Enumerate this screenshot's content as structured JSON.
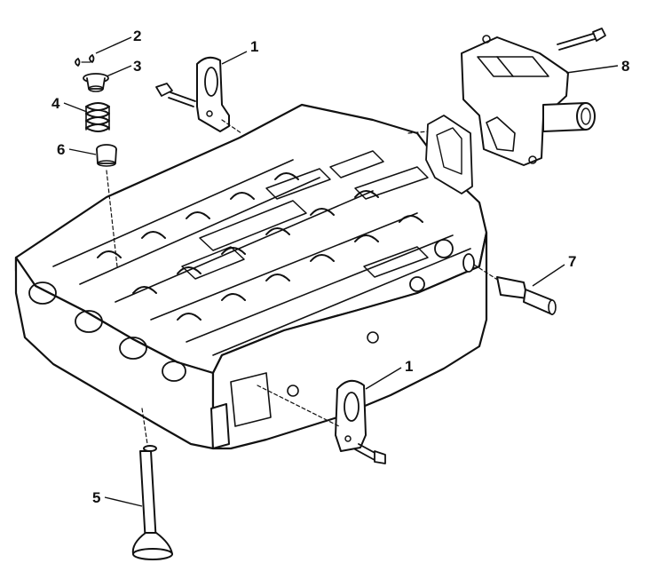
{
  "diagram": {
    "callouts": {
      "c1_top": "1",
      "c2": "2",
      "c3": "3",
      "c4": "4",
      "c6": "6",
      "c8": "8",
      "c7": "7",
      "c1_bottom": "1",
      "c5": "5"
    }
  }
}
